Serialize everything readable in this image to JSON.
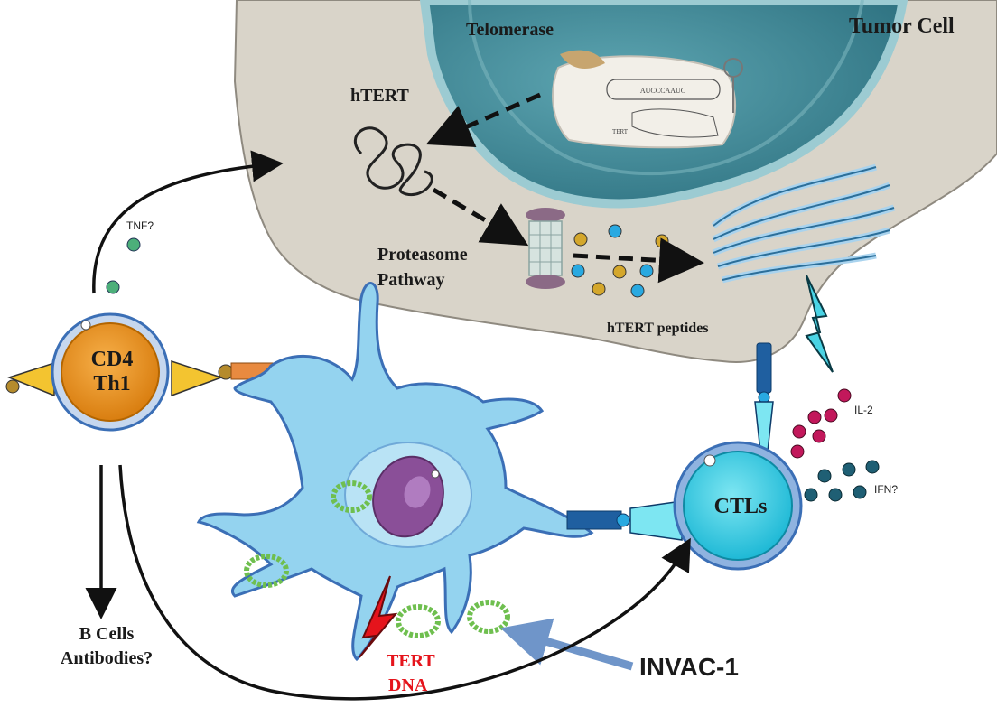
{
  "labels": {
    "tumor_cell": "Tumor Cell",
    "telomerase": "Telomerase",
    "htert": "hTERT",
    "proteasome_line1": "Proteasome",
    "proteasome_line2": "Pathway",
    "htert_peptides": "hTERT peptides",
    "cd4_line1": "CD4",
    "cd4_line2": "Th1",
    "tnf": "TNF?",
    "ctls": "CTLs",
    "il2": "IL-2",
    "ifn": "IFN?",
    "bcells_line1": "B Cells",
    "bcells_line2": "Antibodies?",
    "tert_dna_line1": "TERT",
    "tert_dna_line2": "DNA",
    "invac": "INVAC-1",
    "telomerase_rna_label": "AUCCCAAUC",
    "telomerase_tert_label": "TERT"
  },
  "colors": {
    "cytoplasm": "#d8d3c8",
    "nucleus": "#4a8c9a",
    "nucleus_light": "#b8d8dc",
    "cd4": "#f39a1f",
    "ctl": "#3fd0e6",
    "dendritic": "#8fd0ee",
    "dendritic_outline": "#3b6fb6",
    "tert_dna_text": "#e5141c",
    "invac_arrow": "#6f95c9",
    "plasmid": "#6fbf4f",
    "il2_dots": "#c2185b",
    "ifn_dots": "#1f5f74",
    "tnf_dots": "#4caf7a"
  }
}
